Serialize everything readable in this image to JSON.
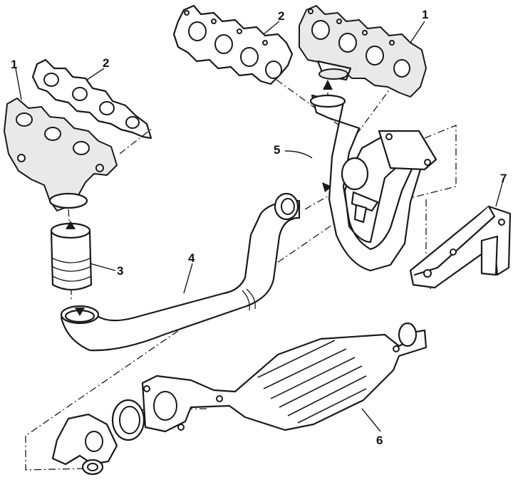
{
  "callouts": [
    {
      "id": "label-1-right",
      "text": "1"
    },
    {
      "id": "label-2-right",
      "text": "2"
    },
    {
      "id": "label-1-left",
      "text": "1"
    },
    {
      "id": "label-2-left",
      "text": "2"
    },
    {
      "id": "label-3",
      "text": "3"
    },
    {
      "id": "label-4",
      "text": "4"
    },
    {
      "id": "label-5",
      "text": "5"
    },
    {
      "id": "label-6",
      "text": "6"
    },
    {
      "id": "label-7",
      "text": "7"
    }
  ]
}
